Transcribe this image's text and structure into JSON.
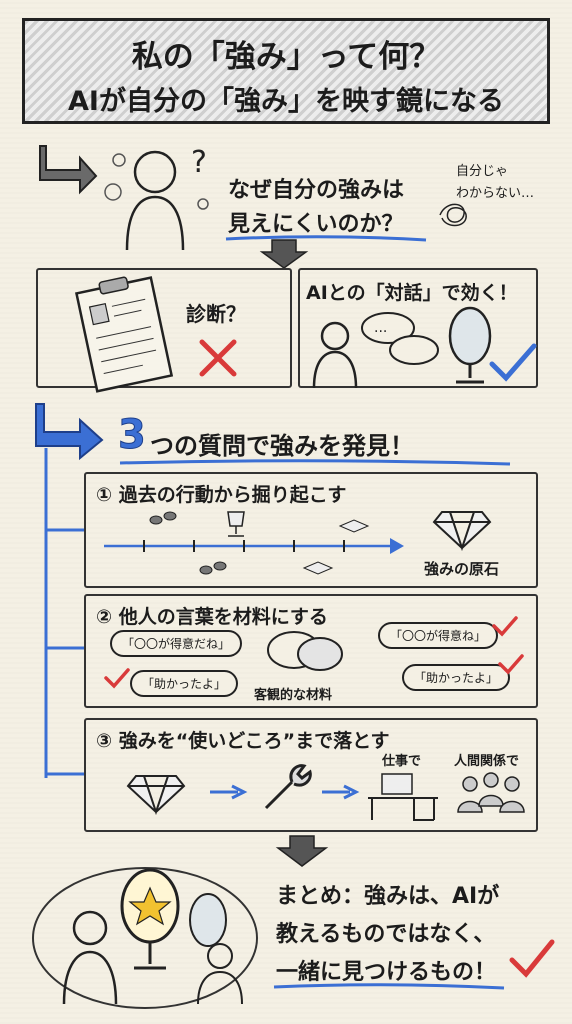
{
  "header": {
    "line1": "私の「強み」って何？",
    "line2": "AIが自分の「強み」を映す鏡になる"
  },
  "intro": {
    "question": "なぜ自分の強みは見えにくいのか？",
    "question_l1": "なぜ自分の強みは",
    "question_l2": "見えにくいのか？",
    "thought_l1": "自分じゃ",
    "thought_l2": "わからない…"
  },
  "compare": {
    "left_label": "診断？",
    "right_label": "AIとの「対話」で効く！"
  },
  "section": {
    "number": "3",
    "title": "つの質問で強みを発見！"
  },
  "steps": [
    {
      "title": "① 過去の行動から掘り起こす",
      "result": "強みの原石"
    },
    {
      "title": "② 他人の言葉を材料にする",
      "quote1": "「〇〇が得意だね」",
      "quote2": "「助かったよ」",
      "quote3": "「〇〇が得意ね」",
      "quote4": "「助かったよ」",
      "center": "客観的な材料"
    },
    {
      "title": "③ 強みを“使いどころ”まで落とす",
      "place1": "仕事で",
      "place2": "人間関係で"
    }
  ],
  "summary": {
    "line1": "まとめ：強みは、AIが",
    "line2": "教えるものではなく、",
    "line3": "一緒に見つけるもの！"
  },
  "colors": {
    "paper": "#f4f0e4",
    "ink": "#1c1c1c",
    "accent_blue": "#3b6fd4",
    "red": "#d93a3a",
    "gold": "#f2c230"
  }
}
